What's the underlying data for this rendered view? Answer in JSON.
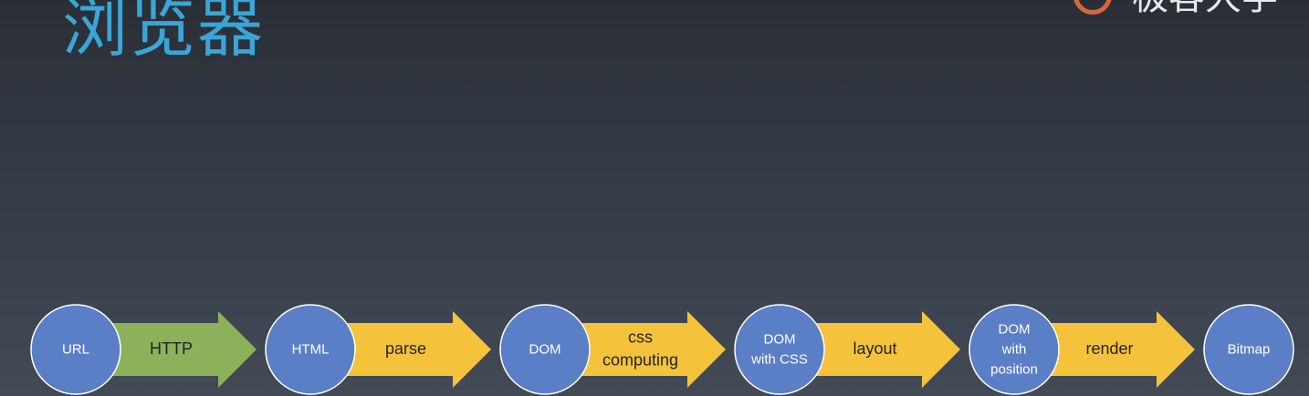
{
  "title": "浏览器",
  "logo": {
    "text": "极客大学",
    "ring_color": "#d8683c"
  },
  "colors": {
    "node_fill": "#5b7fc6",
    "node_stroke": "#ffffff",
    "arrow_green": "#8bb25b",
    "arrow_yellow": "#f5c33b",
    "title": "#3aa6d8"
  },
  "flow": {
    "nodes": [
      {
        "id": "url",
        "lines": [
          "URL"
        ]
      },
      {
        "id": "html",
        "lines": [
          "HTML"
        ]
      },
      {
        "id": "dom",
        "lines": [
          "DOM"
        ]
      },
      {
        "id": "dom-with-css",
        "lines": [
          "DOM",
          "with CSS"
        ]
      },
      {
        "id": "dom-with-position",
        "lines": [
          "DOM",
          "with",
          "position"
        ]
      },
      {
        "id": "bitmap",
        "lines": [
          "Bitmap"
        ]
      }
    ],
    "arrows": [
      {
        "id": "http",
        "lines": [
          "HTTP"
        ],
        "color": "green"
      },
      {
        "id": "parse",
        "lines": [
          "parse"
        ],
        "color": "yellow"
      },
      {
        "id": "css-computing",
        "lines": [
          "css",
          "computing"
        ],
        "color": "yellow"
      },
      {
        "id": "layout",
        "lines": [
          "layout"
        ],
        "color": "yellow"
      },
      {
        "id": "render",
        "lines": [
          "render"
        ],
        "color": "yellow"
      }
    ]
  }
}
